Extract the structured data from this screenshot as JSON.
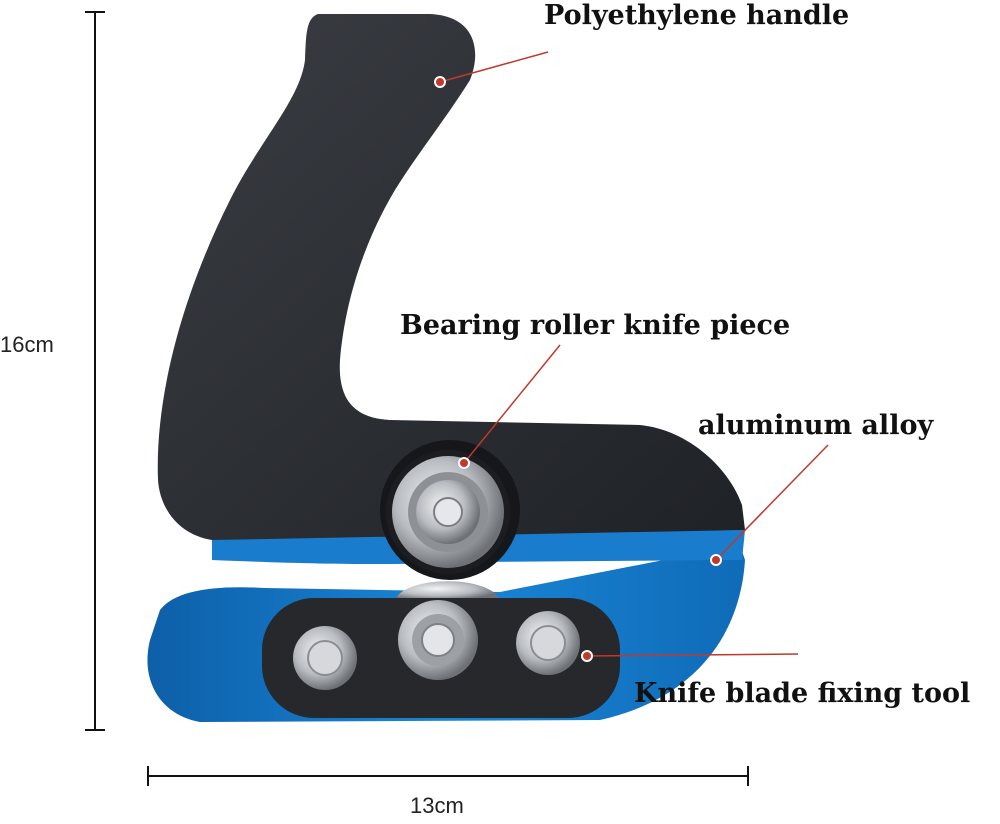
{
  "labels": {
    "handle": "Polyethylene handle",
    "bearing": "Bearing roller knife piece",
    "alloy": "aluminum alloy",
    "fixing": "Knife blade fixing tool"
  },
  "dimensions": {
    "height": "16cm",
    "width": "13cm"
  },
  "colors": {
    "handle": "#2c2f34",
    "blade": "#1477c8",
    "metal": "#c9cbcf",
    "leader": "#c0392b"
  }
}
